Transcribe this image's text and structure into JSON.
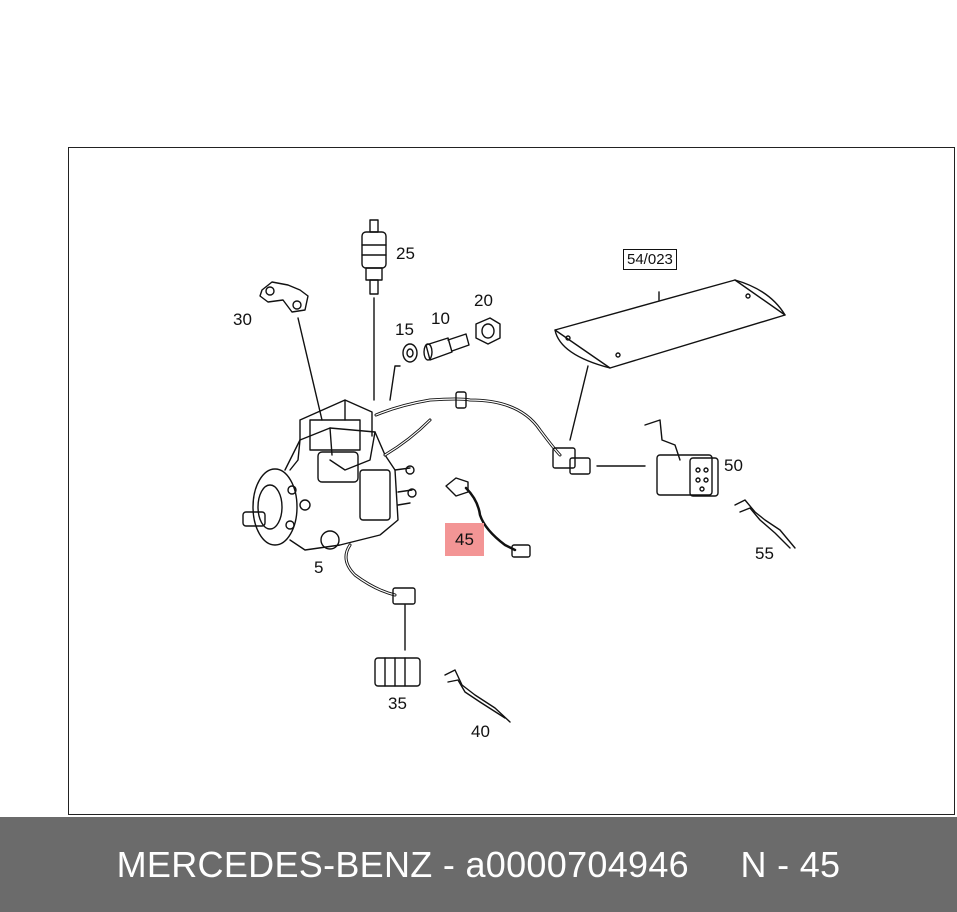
{
  "diagram": {
    "labels": {
      "p5": "5",
      "p10": "10",
      "p15": "15",
      "p20": "20",
      "p25": "25",
      "p30": "30",
      "p35": "35",
      "p40": "40",
      "p45": "45",
      "p50": "50",
      "p55": "55",
      "ref": "54/023"
    },
    "highlight_color": "#f39595"
  },
  "footer": {
    "text": "MERCEDES-BENZ - a0000704946     N - 45",
    "background": "#6b6b6b"
  }
}
